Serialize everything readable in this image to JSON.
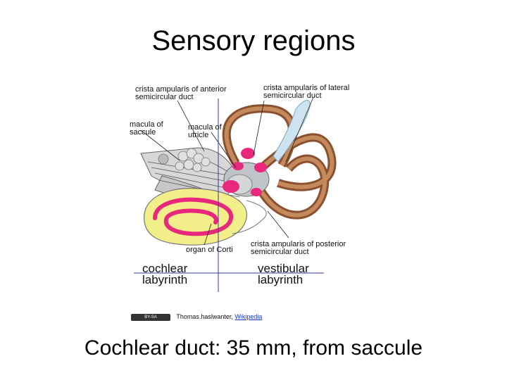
{
  "title": "Sensory regions",
  "labels": {
    "crista_anterior": [
      "crista ampularis of anterior",
      "semicircular duct"
    ],
    "crista_lateral": [
      "crista ampularis of lateral",
      "semicircular duct"
    ],
    "macula_saccule": [
      "macula of",
      "saccule"
    ],
    "macula_utricle": [
      "macula of",
      "utricle"
    ],
    "organ_of_corti": "organ of Corti",
    "crista_posterior": [
      "crista ampularis of posterior",
      "semicircular duct"
    ],
    "cochlear_labyrinth": [
      "cochlear",
      "labyrinth"
    ],
    "vestibular_labyrinth": [
      "vestibular",
      "labyrinth"
    ]
  },
  "credit": {
    "license_badge": "BY-SA",
    "author": "Thomas.haslwanter,",
    "source": "Wikipedia"
  },
  "caption": "Cochlear duct:  35 mm, from saccule",
  "colors": {
    "sensory_region": "#e8287c",
    "cochlea_fill": "#f2ef8a",
    "duct_brown": "#a0633c",
    "divider_line": "#3a3aa8"
  }
}
